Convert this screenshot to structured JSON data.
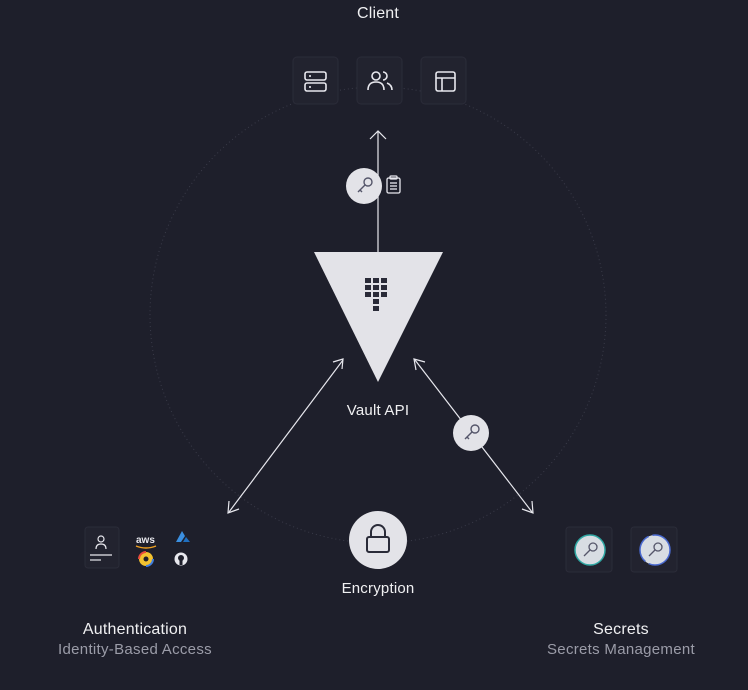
{
  "client": {
    "title": "Client",
    "icons": [
      "server-icon",
      "users-icon",
      "layout-icon"
    ]
  },
  "vault": {
    "label": "Vault API"
  },
  "encryption": {
    "label": "Encryption"
  },
  "authentication": {
    "title": "Authentication",
    "subtitle": "Identity-Based Access",
    "icons": [
      "user-login-icon",
      "aws-icon",
      "azure-icon",
      "gcp-icon",
      "github-icon"
    ]
  },
  "secrets": {
    "title": "Secrets",
    "subtitle": "Secrets Management",
    "icons": [
      "key-secret-icon",
      "key-dynamic-icon"
    ]
  },
  "colors": {
    "background": "#1e1f2b",
    "node": "#e3e3e8",
    "line": "#e8e8ee",
    "orbit": "#3a3b49"
  }
}
